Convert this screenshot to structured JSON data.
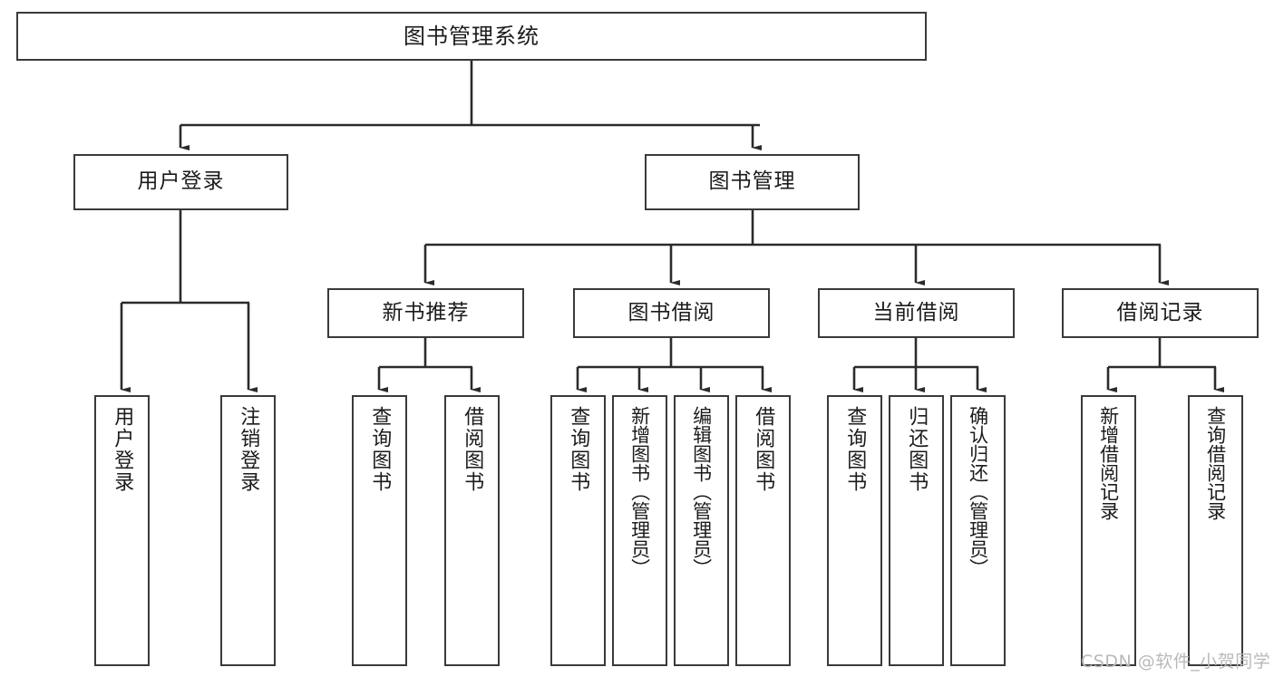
{
  "diagram": {
    "title": "图书管理系统",
    "type": "tree-hierarchy-chart",
    "orientation": "top-down",
    "colors": {
      "box_border": "#3a3a3a",
      "box_fill": "#ffffff",
      "connector": "#2b2b2b",
      "text": "#1b1b1b",
      "watermark": "#b9b9b9",
      "background": "#ffffff"
    }
  },
  "root": {
    "label": "图书管理系统"
  },
  "level2": [
    {
      "id": "user-login",
      "label": "用户登录"
    },
    {
      "id": "book-management",
      "label": "图书管理"
    }
  ],
  "level3": [
    {
      "id": "new-book-recommend",
      "label": "新书推荐",
      "parent": "book-management"
    },
    {
      "id": "book-borrow",
      "label": "图书借阅",
      "parent": "book-management"
    },
    {
      "id": "current-borrow",
      "label": "当前借阅",
      "parent": "book-management"
    },
    {
      "id": "borrow-record",
      "label": "借阅记录",
      "parent": "book-management"
    }
  ],
  "leaves": {
    "user_login": [
      {
        "id": "leaf-user-login",
        "label": "用户登录"
      },
      {
        "id": "leaf-user-logout",
        "label": "注销登录"
      }
    ],
    "new_book_recommend": [
      {
        "id": "leaf-query-book-1",
        "label": "查询图书"
      },
      {
        "id": "leaf-borrow-book-1",
        "label": "借阅图书"
      }
    ],
    "book_borrow": [
      {
        "id": "leaf-query-book-2",
        "label": "查询图书"
      },
      {
        "id": "leaf-add-book",
        "label": "新增图书（管理员）"
      },
      {
        "id": "leaf-edit-book",
        "label": "编辑图书（管理员）"
      },
      {
        "id": "leaf-borrow-book-2",
        "label": "借阅图书"
      }
    ],
    "current_borrow": [
      {
        "id": "leaf-query-book-3",
        "label": "查询图书"
      },
      {
        "id": "leaf-return-book",
        "label": "归还图书"
      },
      {
        "id": "leaf-confirm-return",
        "label": "确认归还（管理员）"
      }
    ],
    "borrow_record": [
      {
        "id": "leaf-add-record",
        "label": "新增借阅记录"
      },
      {
        "id": "leaf-query-record",
        "label": "查询借阅记录"
      }
    ]
  },
  "watermark": {
    "text": "CSDN @软件_小贺同学"
  }
}
